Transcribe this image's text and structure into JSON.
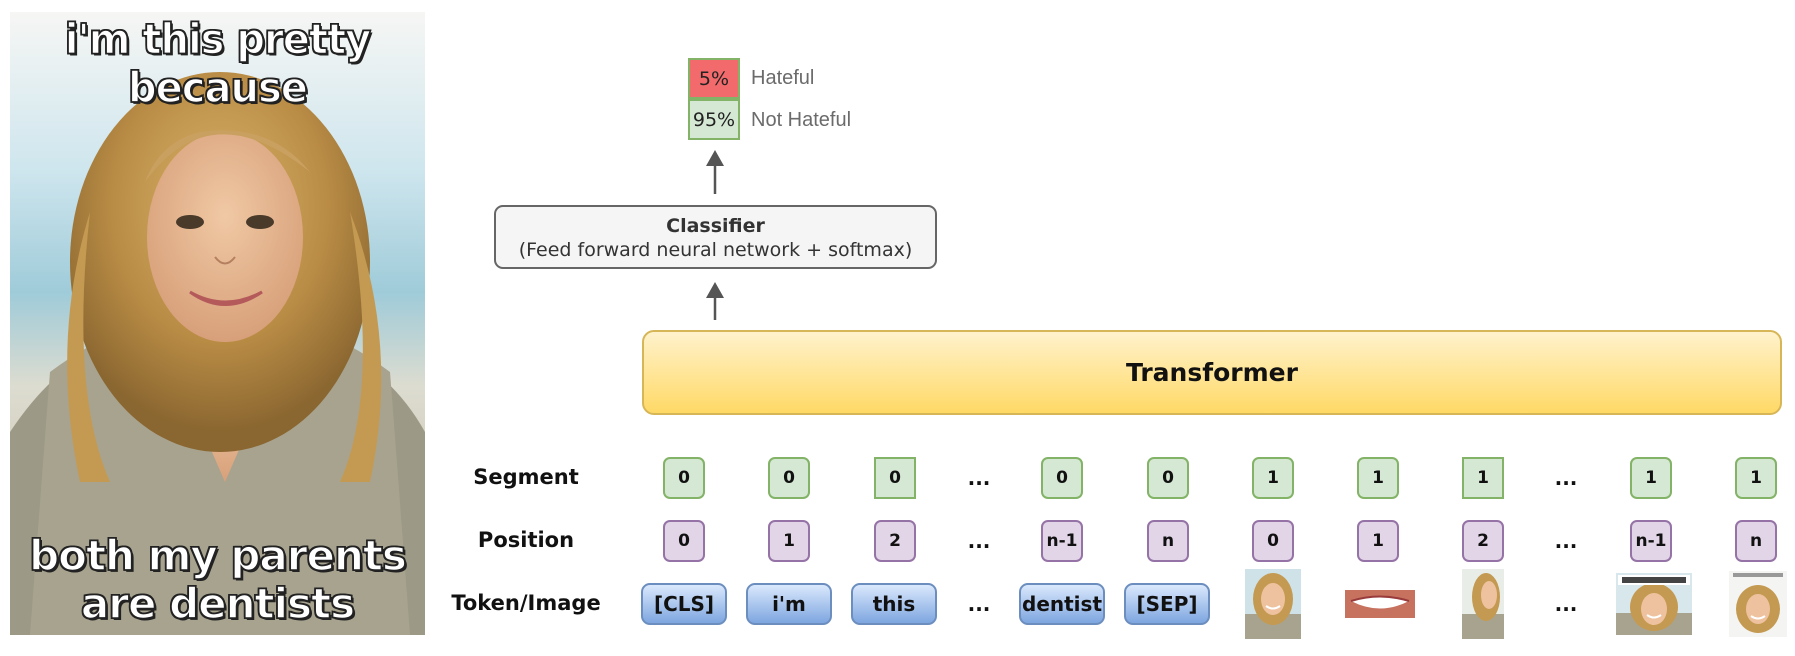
{
  "meme": {
    "top_text": "i'm this pretty because",
    "bottom_line1": "both my parents",
    "bottom_line2": "are dentists"
  },
  "output": {
    "hateful_pct": "5%",
    "hateful_label": "Hateful",
    "not_hateful_pct": "95%",
    "not_hateful_label": "Not Hateful"
  },
  "classifier": {
    "title": "Classifier",
    "subtitle": "(Feed forward neural network + softmax)"
  },
  "transformer": {
    "label": "Transformer"
  },
  "rows": {
    "segment": "Segment",
    "position": "Position",
    "token": "Token/Image"
  },
  "segments": [
    "0",
    "0",
    "0",
    "...",
    "0",
    "0",
    "1",
    "1",
    "1",
    "...",
    "1",
    "1"
  ],
  "positions": [
    "0",
    "1",
    "2",
    "...",
    "n-1",
    "n",
    "0",
    "1",
    "2",
    "...",
    "n-1",
    "n"
  ],
  "tokens": [
    "[CLS]",
    "i'm",
    "this",
    "...",
    "dentist",
    "[SEP]"
  ],
  "image_tokens": [
    "face-crop",
    "teeth-crop",
    "side-crop",
    "...",
    "caption-crop",
    "face-crop-2"
  ],
  "colors": {
    "segment_fill": "#d5e8d4",
    "segment_stroke": "#82b366",
    "position_fill": "#e1d5e7",
    "position_stroke": "#9673a6",
    "token_fill": "#7ea6e0",
    "token_stroke": "#6c8ebf",
    "transformer_fill": "#ffd966",
    "transformer_stroke": "#d6b656",
    "hateful_fill": "#f26a6b"
  }
}
